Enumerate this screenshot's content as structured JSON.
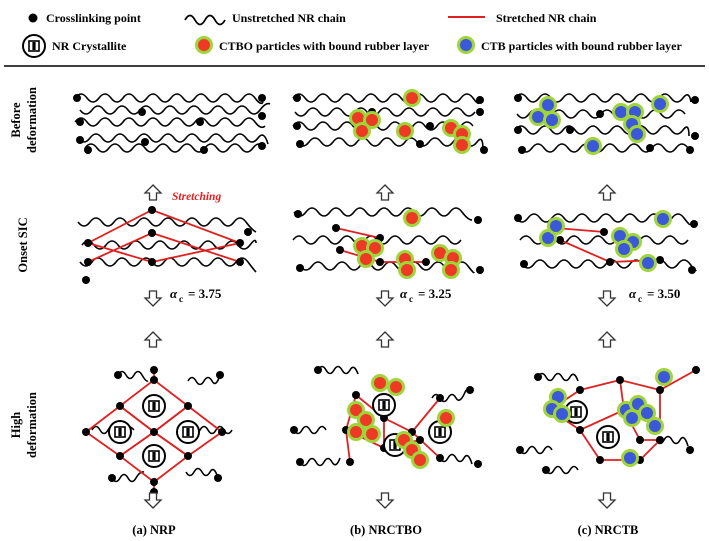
{
  "legend": {
    "crosslink": "Crosslinking point",
    "unstretched": "Unstretched NR chain",
    "stretched": "Stretched NR chain",
    "crystallite": "NR Crystallite",
    "ctbo": "CTBO particles with bound rubber layer",
    "ctb": "CTB particles with bound rubber layer"
  },
  "rows": {
    "before_line1": "Before",
    "before_line2": "deformation",
    "onset": "Onset SIC",
    "high_line1": "High",
    "high_line2": "deformation"
  },
  "annotations": {
    "stretching": "Stretching",
    "alpha_nrp": "= 3.75",
    "alpha_nrctbo": "= 3.25",
    "alpha_nrctb": "= 3.50",
    "alpha_symbol": "α",
    "alpha_sub": "c"
  },
  "columns": {
    "a": "(a) NRP",
    "b": "(b) NRCTBO",
    "c": "(c) NRCTB"
  },
  "colors": {
    "stretched": "#e02020",
    "ctbo_fill": "#ee3a24",
    "ctb_fill": "#3a58d8",
    "bound_layer": "#9fd43a"
  }
}
